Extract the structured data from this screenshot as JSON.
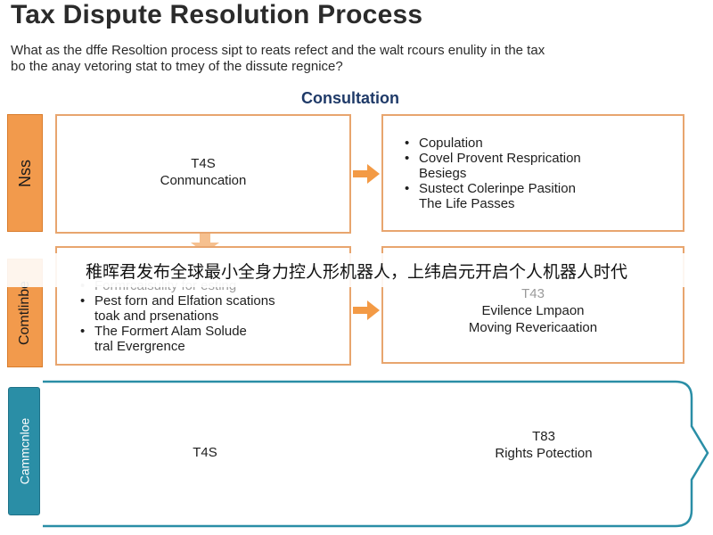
{
  "title": "Tax Dispute Resolution Process",
  "subtitle": {
    "line1": "What as the dffe Resoltion process sipt to reats refect and the walt rcours enulity in the tax",
    "line2": "bo the anay vetoring stat to tmey of the dissute regnice?"
  },
  "section_heading": "Consultation",
  "side_tabs": [
    "Nss",
    "Comtlinbe",
    "Cammcnloe"
  ],
  "box_a": {
    "code": "T4S",
    "label": "Conmuncation"
  },
  "box_b": {
    "items": [
      {
        "text": "Copulation",
        "bullet": true
      },
      {
        "text": "Covel Provent Resprication",
        "bullet": true
      },
      {
        "text": "Besiegs",
        "bullet": false
      },
      {
        "text": "Sustect Colerinpe Pasition",
        "bullet": true
      },
      {
        "text": "The Life Passes",
        "bullet": false
      }
    ]
  },
  "box_c": {
    "items": [
      {
        "text": "Formrcaisulity for esting",
        "bullet": true,
        "faint": true
      },
      {
        "text": "Pest forn and Elfation scations",
        "bullet": true,
        "faint": false
      },
      {
        "text": "toak and prsenations",
        "bullet": false,
        "faint": false
      },
      {
        "text": "The Formert Alam Solude",
        "bullet": true,
        "faint": false
      },
      {
        "text": "tral Evergrence",
        "bullet": false,
        "faint": false
      }
    ]
  },
  "box_d": {
    "code": "T43",
    "line1": "Evilence Lmpaon",
    "line2": "Moving Revericaation"
  },
  "bottom": {
    "left_code": "T4S",
    "right_code": "T83",
    "right_label": "Rights Potection"
  },
  "caption_overlay": "稚晖君发布全球最小全身力控人形机器人，上纬启元开启个人机器人时代",
  "colors": {
    "orange_tab": "#f29a4c",
    "box_border": "#e8a56e",
    "arrow": "#f39a45",
    "teal": "#2a8ea6",
    "heading_blue": "#1f3a68"
  }
}
